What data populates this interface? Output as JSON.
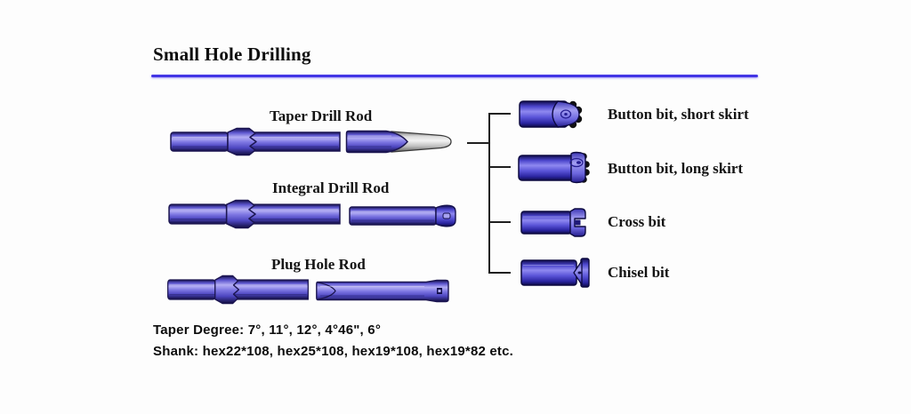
{
  "page": {
    "title": "Small Hole Drilling"
  },
  "rods": [
    {
      "label": "Taper Drill Rod"
    },
    {
      "label": "Integral Drill Rod"
    },
    {
      "label": "Plug Hole Rod"
    }
  ],
  "bits": [
    {
      "label": "Button bit, short skirt"
    },
    {
      "label": "Button bit, long skirt"
    },
    {
      "label": "Cross bit"
    },
    {
      "label": "Chisel bit"
    }
  ],
  "specs": {
    "taper_degree": "Taper Degree: 7°,  11°, 12°, 4°46\", 6°",
    "shank": "Shank: hex22*108, hex25*108, hex19*108, hex19*82 etc."
  },
  "colors": {
    "accent_underline": "#4335e5",
    "rod_blue": "#5d56cf",
    "rod_highlight": "#b3adf4",
    "bit_blue": "#4b45cc",
    "steel_gray": "#d9d9d9",
    "outline_navy": "#1b1550",
    "text_black": "#111111"
  },
  "figures": {
    "rod_diagrams": [
      "taper-drill-rod",
      "integral-drill-rod",
      "plug-hole-rod"
    ],
    "bit_diagrams": [
      "button-bit-short-skirt",
      "button-bit-long-skirt",
      "cross-bit",
      "chisel-bit"
    ]
  }
}
